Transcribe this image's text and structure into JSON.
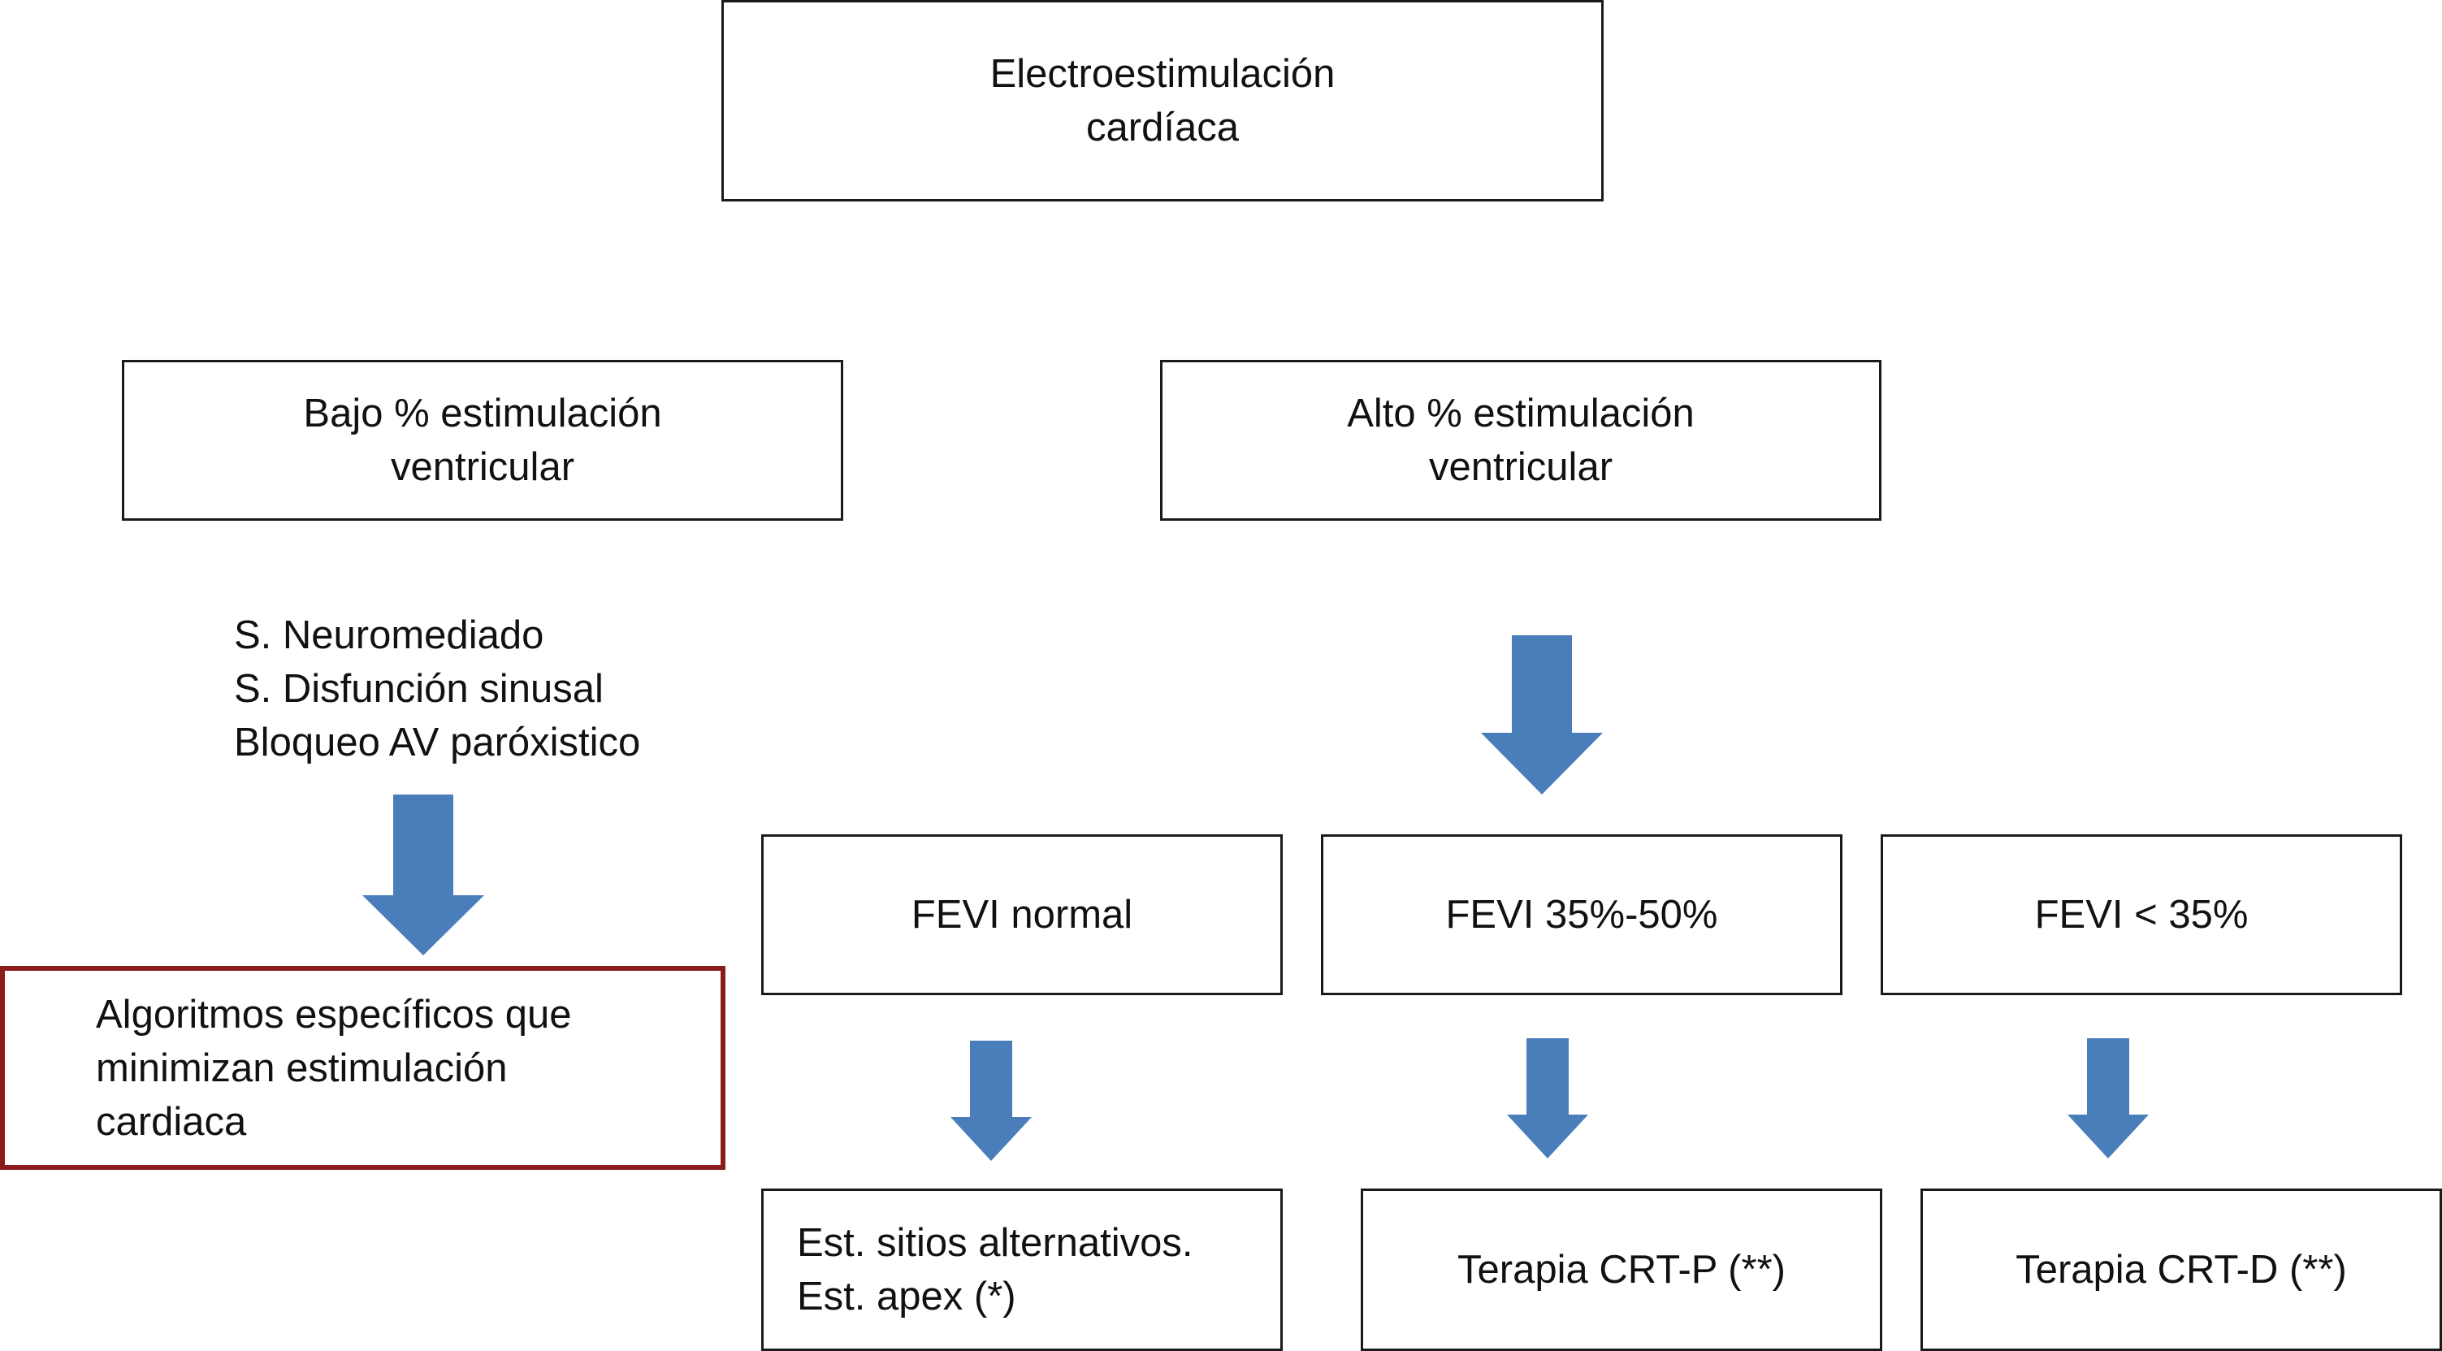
{
  "colors": {
    "box_border": "#1a1a1a",
    "highlight_border": "#8b1c1c",
    "arrow_fill": "#4a7ebb"
  },
  "root": {
    "lines": [
      "Electroestimulación",
      "cardíaca"
    ]
  },
  "low_branch": {
    "lines": [
      "Bajo % estimulación",
      "ventricular"
    ],
    "conditions": [
      "S. Neuromediado",
      "S. Disfunción sinusal",
      "Bloqueo AV paróxistico"
    ],
    "result": {
      "lines": [
        "Algoritmos específicos que",
        "minimizan estimulación",
        "cardiaca"
      ]
    }
  },
  "high_branch": {
    "lines": [
      "Alto % estimulación",
      "ventricular"
    ],
    "fevi_normal": {
      "label": "FEVI normal",
      "result": {
        "lines": [
          "Est. sitios alternativos.",
          "Est. apex (*)"
        ]
      }
    },
    "fevi_35_50": {
      "label": "FEVI 35%-50%",
      "result": {
        "label": "Terapia CRT-P (**)"
      }
    },
    "fevi_lt_35": {
      "label": "FEVI < 35%",
      "result": {
        "label": "Terapia CRT-D (**)"
      }
    }
  }
}
